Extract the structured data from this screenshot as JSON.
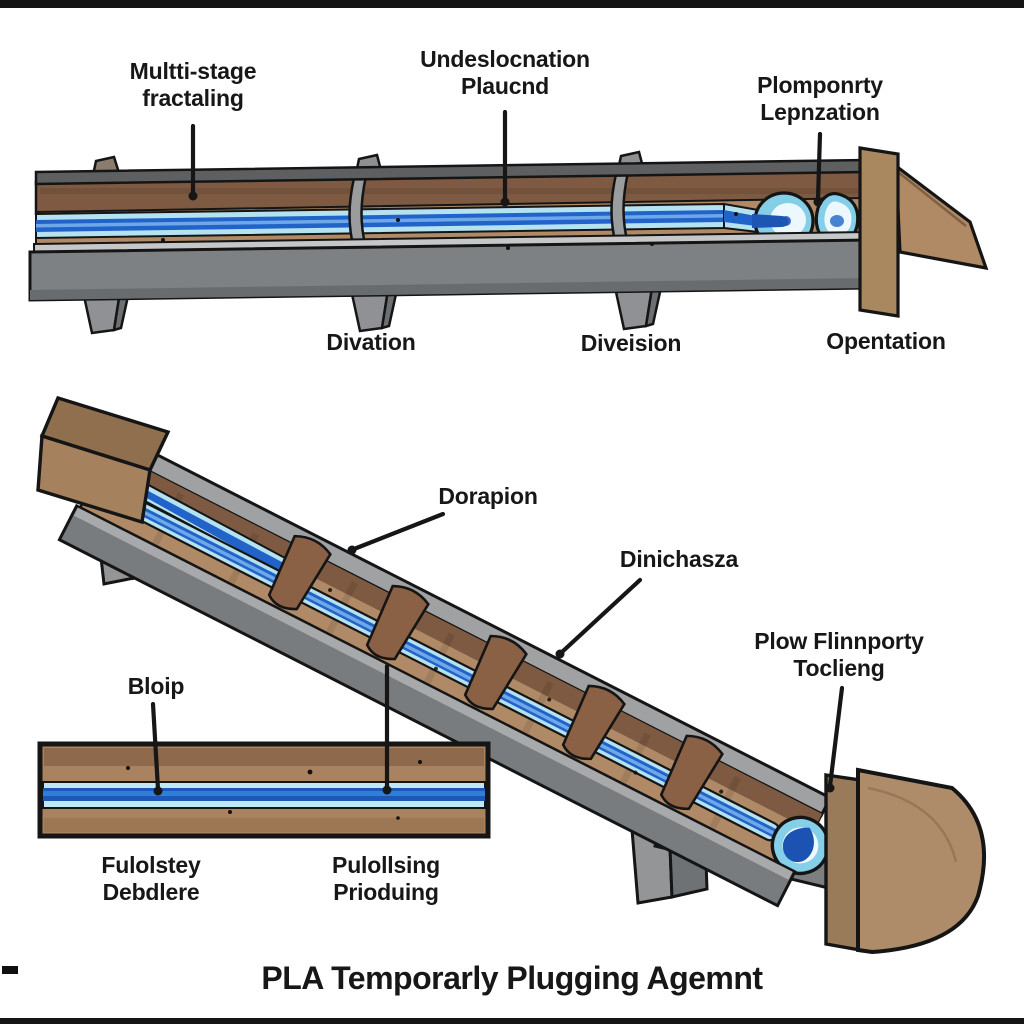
{
  "labels": {
    "multistage": "Multti-stage\nfractaling",
    "undeslocnation": "Undeslocnation\nPlaucnd",
    "plomponrty": "Plomponrty\nLepnzation",
    "divation": "Divation",
    "diveision": "Diveision",
    "opentation": "Opentation",
    "dorapion": "Dorapion",
    "dinichasza": "Dinichasza",
    "plow_flinnporty": "Plow Flinnporty\nToclieng",
    "bloip": "Bloip",
    "fulolstey": "Fulolstey\nDebdlere",
    "pulollsing": "Pulollsing\nPrioduing",
    "title": "PLA Temporarly Plugging Agemnt"
  },
  "colors": {
    "outline": "#151515",
    "wood": "#B08A67",
    "wood_dark": "#7D5A41",
    "frame_gray": "#7E8184",
    "frame_gray_light": "#A6A7A8",
    "blue_core": "#2263C9",
    "blue_deep": "#1C53B2",
    "blue_light": "#B5E2F1",
    "blue_pale": "#ECF8FD",
    "background": "#FFFFFF"
  },
  "illustration": {
    "upper_trough": "horizontal wooden trough with gray base, three legs, two arched dividers, blue channel ending in two plug bulbs, wooden end post and ramp",
    "lower_trough": "diagonal wooden trough with gray rails, five arched dividers, blue tube ending in teardrop plug bulb at wooden end cap",
    "inset_strip": "magnified channel cross-section strip with blue stripe in wood"
  }
}
